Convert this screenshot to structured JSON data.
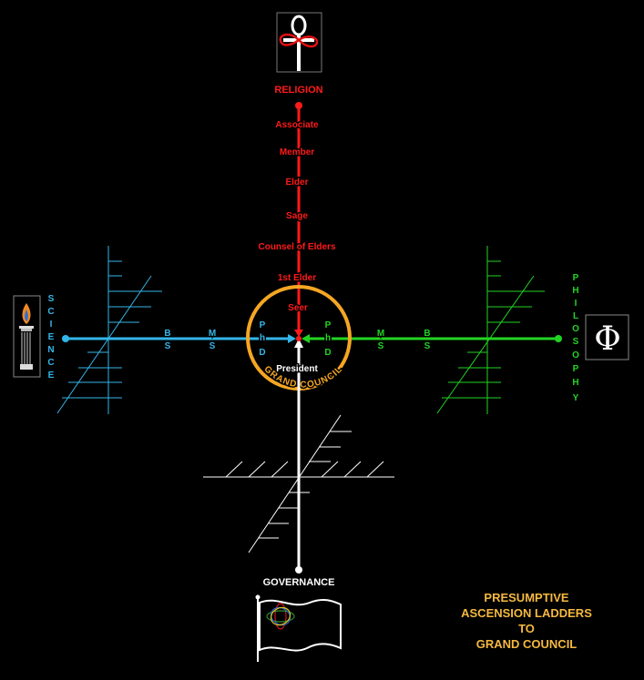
{
  "religion": {
    "title": "RELIGION",
    "ranks": [
      "Associate",
      "Member",
      "Elder",
      "Sage",
      "Counsel of Elders",
      "1st Elder",
      "Seer"
    ]
  },
  "science": {
    "title_letters": [
      "S",
      "C",
      "I",
      "E",
      "N",
      "C",
      "E"
    ],
    "ms_letters": [
      "M",
      "S"
    ],
    "bs_letters": [
      "B",
      "S"
    ],
    "phd_letters": [
      "P",
      "h",
      "D"
    ]
  },
  "philosophy": {
    "title_letters": [
      "P",
      "H",
      "I",
      "L",
      "O",
      "S",
      "O",
      "P",
      "H",
      "Y"
    ],
    "symbol": "Φ",
    "ms_letters": [
      "M",
      "S"
    ],
    "bs_letters": [
      "B",
      "S"
    ],
    "phd_letters": [
      "P",
      "h",
      "D"
    ]
  },
  "center": {
    "president": "President",
    "arc_text": "GRAND COUNCIL"
  },
  "governance": {
    "title": "GOVERNANCE"
  },
  "caption": {
    "line1": "PRESUMPTIVE",
    "line2": "ASCENSION LADDERS",
    "line3": "TO",
    "line4": "GRAND COUNCIL"
  },
  "colors": {
    "religion": "#ff1a1a",
    "science": "#33b6e8",
    "philosophy": "#22d422",
    "governance": "#ffffff",
    "grand_council": "#f5a623",
    "caption": "#f5b940"
  }
}
